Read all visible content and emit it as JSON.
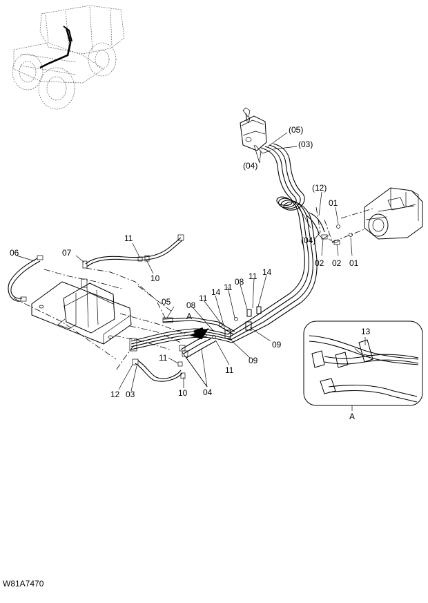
{
  "drawing_code": "W81A7470",
  "detail": {
    "view_label": "A",
    "part": "13"
  },
  "callouts": [
    {
      "id": "05p",
      "text": "(05)"
    },
    {
      "id": "03p",
      "text": "(03)"
    },
    {
      "id": "04p_top",
      "text": "(04)"
    },
    {
      "id": "12p",
      "text": "(12)"
    },
    {
      "id": "01_top",
      "text": "01"
    },
    {
      "id": "04p_mid",
      "text": "(04)"
    },
    {
      "id": "02_a",
      "text": "02"
    },
    {
      "id": "02_b",
      "text": "02"
    },
    {
      "id": "01_bot",
      "text": "01"
    },
    {
      "id": "11_a",
      "text": "11"
    },
    {
      "id": "07",
      "text": "07"
    },
    {
      "id": "06",
      "text": "06"
    },
    {
      "id": "10_a",
      "text": "10"
    },
    {
      "id": "05",
      "text": "05"
    },
    {
      "id": "A_main",
      "text": "A"
    },
    {
      "id": "08_a",
      "text": "08"
    },
    {
      "id": "11_b",
      "text": "11"
    },
    {
      "id": "14_a",
      "text": "14"
    },
    {
      "id": "11_c",
      "text": "11"
    },
    {
      "id": "08_b",
      "text": "08"
    },
    {
      "id": "11_d",
      "text": "11"
    },
    {
      "id": "14_b",
      "text": "14"
    },
    {
      "id": "09_a",
      "text": "09"
    },
    {
      "id": "09_b",
      "text": "09"
    },
    {
      "id": "11_e",
      "text": "11"
    },
    {
      "id": "11_f",
      "text": "11"
    },
    {
      "id": "12",
      "text": "12"
    },
    {
      "id": "03",
      "text": "03"
    },
    {
      "id": "10_b",
      "text": "10"
    },
    {
      "id": "04",
      "text": "04"
    }
  ]
}
